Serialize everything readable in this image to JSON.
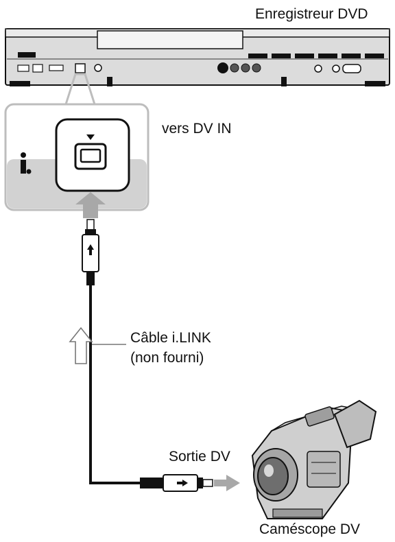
{
  "labels": {
    "recorder": "Enregistreur DVD",
    "dv_in": "vers DV IN",
    "cable_line1": "Câble i.LINK",
    "cable_line2": "(non fourni)",
    "dv_out": "Sortie DV",
    "camcorder": "Caméscope DV"
  },
  "icons": {
    "ilink_logo": "i-link-icon",
    "port_marker": "triangle-down-icon",
    "plug_direction": "arrow-up-icon",
    "flow_direction": "hollow-arrow-up-icon",
    "dv_out_direction": "arrow-right-icon"
  },
  "colors": {
    "line": "#111111",
    "device_body": "#dcdcdc",
    "panel_gray": "#c9c9c9",
    "arrow_gray": "#a8a8a8",
    "callout_border": "#bdbdbd"
  }
}
